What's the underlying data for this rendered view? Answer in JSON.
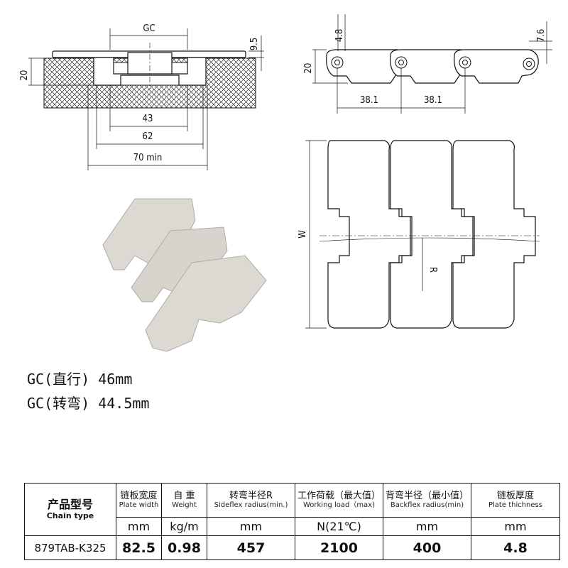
{
  "dimensions": {
    "cross_section": {
      "gc": "GC",
      "d_9_5": "9.5",
      "d_20": "20",
      "d_43": "43",
      "d_62": "62",
      "d_70": "70 min"
    },
    "side_view": {
      "d_4_8": "4.8",
      "d_7_6": "7.6",
      "d_20": "20",
      "pitch_1": "38.1",
      "pitch_2": "38.1"
    },
    "top_view": {
      "w": "W",
      "r": "R"
    }
  },
  "gc_notes": {
    "straight": "GC(直行) 46mm",
    "curve": "GC(转弯) 44.5mm"
  },
  "table": {
    "headers": [
      {
        "cn": "产品型号",
        "en": "Chain type"
      },
      {
        "cn": "链板宽度",
        "en": "Plate width"
      },
      {
        "cn": "自 重",
        "en": "Weight"
      },
      {
        "cn": "转弯半径R",
        "en": "Sideflex radius(min.)"
      },
      {
        "cn": "工作荷载（最大值）",
        "en": "Working load（max)"
      },
      {
        "cn": "背弯半径（最小值）",
        "en": "Backflex radius(min)"
      },
      {
        "cn": "链板厚度",
        "en": "Plate thichness"
      }
    ],
    "units": [
      "mm",
      "kg/m",
      "mm",
      "N(21℃)",
      "mm",
      "mm"
    ],
    "values": [
      "879TAB-K325",
      "82.5",
      "0.98",
      "457",
      "2100",
      "400",
      "4.8"
    ]
  },
  "colors": {
    "plate": "#dcd8d2",
    "plate_shadow": "#b9b4ad",
    "line": "#111111"
  }
}
